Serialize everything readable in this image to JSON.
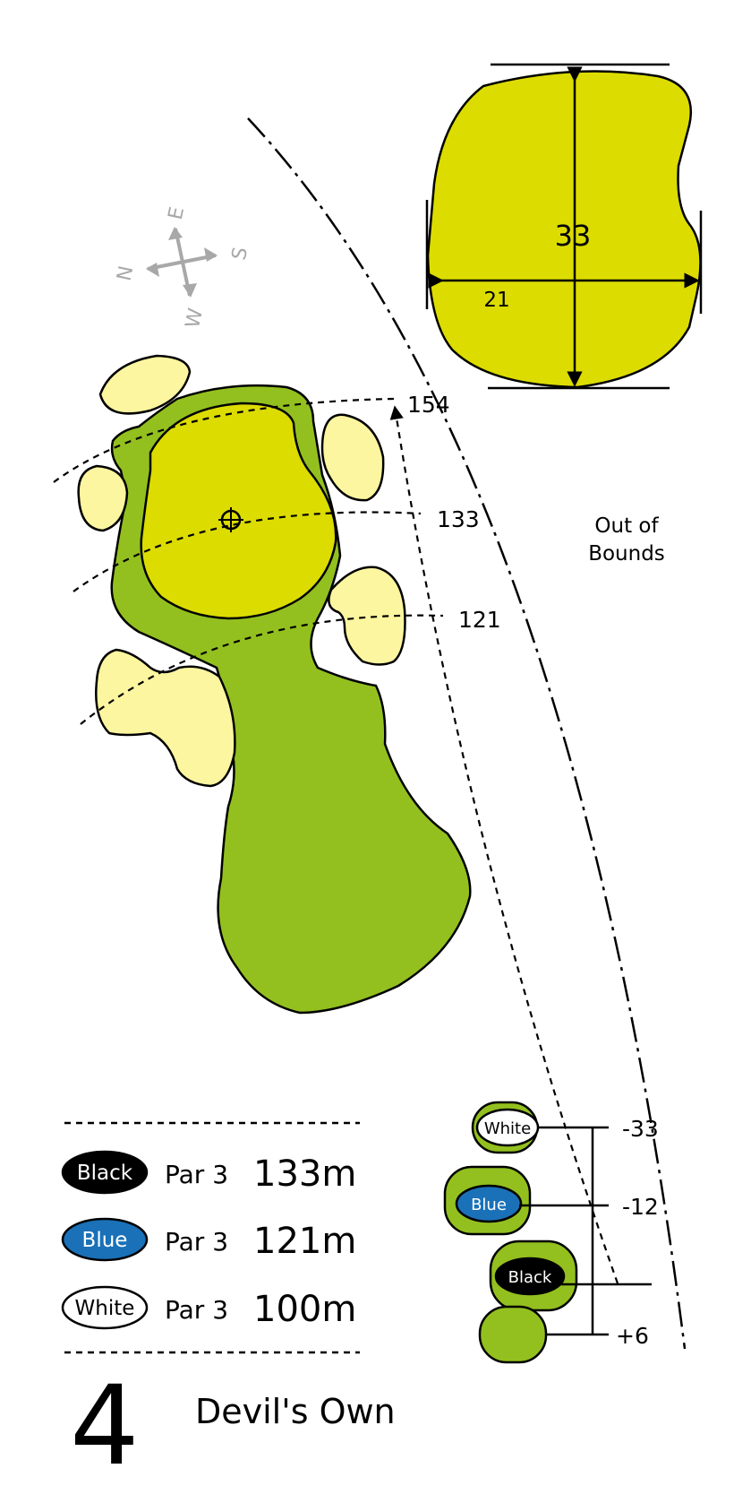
{
  "hole": {
    "number": "4",
    "name": "Devil's Own"
  },
  "compass": {
    "north": "N",
    "east": "E",
    "south": "S",
    "west": "W"
  },
  "green": {
    "depth": "33",
    "width": "21"
  },
  "distances": {
    "d1": "154",
    "d2": "133",
    "d3": "121"
  },
  "out_of_bounds": {
    "line1": "Out of",
    "line2": "Bounds"
  },
  "tee_offsets": {
    "white": "-33",
    "blue": "-12",
    "forward": "+6"
  },
  "tees": [
    {
      "name": "Black",
      "par": "Par 3",
      "length": "133m"
    },
    {
      "name": "Blue",
      "par": "Par 3",
      "length": "121m"
    },
    {
      "name": "White",
      "par": "Par 3",
      "length": "100m"
    }
  ],
  "colors": {
    "fairway": "#93c01f",
    "green": "#dcdc00",
    "bunker": "#fdf6a0",
    "black_tee": "#000000",
    "blue_tee": "#1a71b8",
    "white_tee": "#ffffff",
    "compass": "#a8a8a8"
  }
}
